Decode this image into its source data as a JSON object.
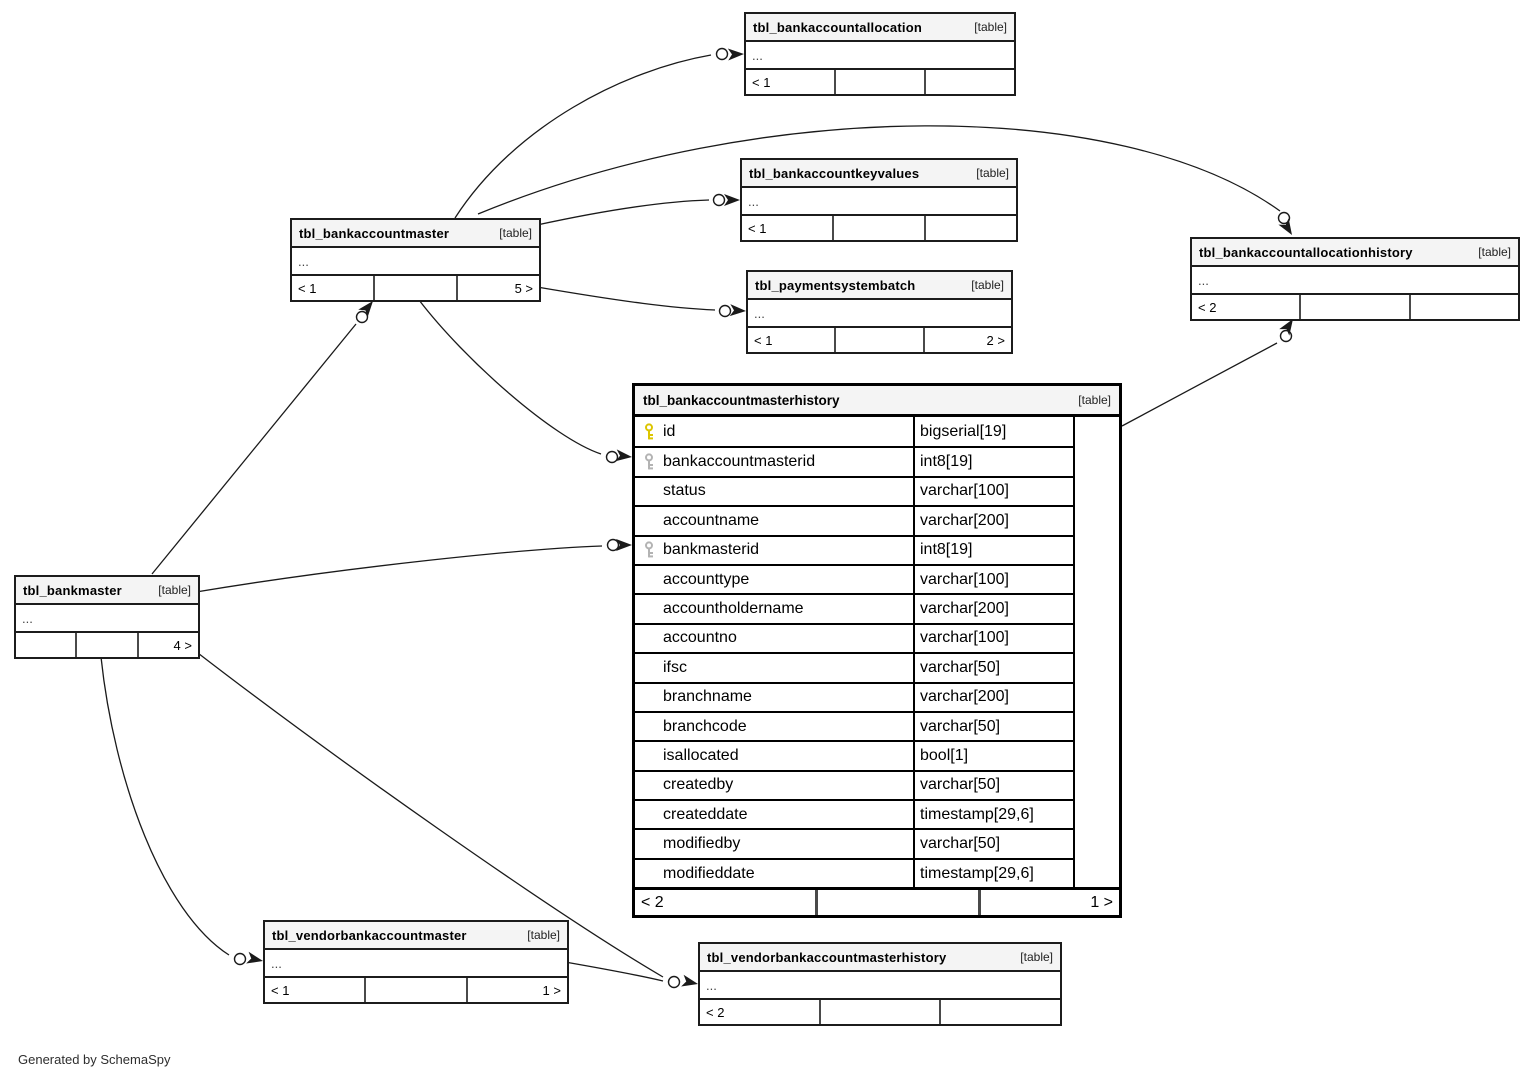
{
  "credit": "Generated by SchemaSpy",
  "colors": {
    "header_bg": "#f4f4f4",
    "line": "#1a1a1a",
    "primary_key": "#dcc500",
    "foreign_key": "#b3b3b3"
  },
  "tables": [
    {
      "id": "bankaccountallocation",
      "name": "tbl_bankaccountallocation",
      "tag": "[table]",
      "ellipsis": "...",
      "footer": [
        "< 1",
        "",
        ""
      ]
    },
    {
      "id": "bankaccountkeyvalues",
      "name": "tbl_bankaccountkeyvalues",
      "tag": "[table]",
      "ellipsis": "...",
      "footer": [
        "< 1",
        "",
        ""
      ]
    },
    {
      "id": "bankaccountmaster",
      "name": "tbl_bankaccountmaster",
      "tag": "[table]",
      "ellipsis": "...",
      "footer": [
        "< 1",
        "",
        "5 >"
      ]
    },
    {
      "id": "paymentsystembatch",
      "name": "tbl_paymentsystembatch",
      "tag": "[table]",
      "ellipsis": "...",
      "footer": [
        "< 1",
        "",
        "2 >"
      ]
    },
    {
      "id": "bankaccountallocationhistory",
      "name": "tbl_bankaccountallocationhistory",
      "tag": "[table]",
      "ellipsis": "...",
      "footer": [
        "< 2",
        "",
        ""
      ]
    },
    {
      "id": "bankmaster",
      "name": "tbl_bankmaster",
      "tag": "[table]",
      "ellipsis": "...",
      "footer": [
        "",
        "",
        "4 >"
      ]
    },
    {
      "id": "vendorbankaccountmaster",
      "name": "tbl_vendorbankaccountmaster",
      "tag": "[table]",
      "ellipsis": "...",
      "footer": [
        "< 1",
        "",
        "1 >"
      ]
    },
    {
      "id": "vendorbankaccountmasterhistory",
      "name": "tbl_vendorbankaccountmasterhistory",
      "tag": "[table]",
      "ellipsis": "...",
      "footer": [
        "< 2",
        "",
        ""
      ]
    }
  ],
  "main_table": {
    "id": "bankaccountmasterhistory",
    "name": "tbl_bankaccountmasterhistory",
    "tag": "[table]",
    "footer": [
      "< 2",
      "",
      "1 >"
    ],
    "columns": [
      {
        "name": "id",
        "type": "bigserial[19]",
        "key": "pk"
      },
      {
        "name": "bankaccountmasterid",
        "type": "int8[19]",
        "key": "fk"
      },
      {
        "name": "status",
        "type": "varchar[100]",
        "key": ""
      },
      {
        "name": "accountname",
        "type": "varchar[200]",
        "key": ""
      },
      {
        "name": "bankmasterid",
        "type": "int8[19]",
        "key": "fk"
      },
      {
        "name": "accounttype",
        "type": "varchar[100]",
        "key": ""
      },
      {
        "name": "accountholdername",
        "type": "varchar[200]",
        "key": ""
      },
      {
        "name": "accountno",
        "type": "varchar[100]",
        "key": ""
      },
      {
        "name": "ifsc",
        "type": "varchar[50]",
        "key": ""
      },
      {
        "name": "branchname",
        "type": "varchar[200]",
        "key": ""
      },
      {
        "name": "branchcode",
        "type": "varchar[50]",
        "key": ""
      },
      {
        "name": "isallocated",
        "type": "bool[1]",
        "key": ""
      },
      {
        "name": "createdby",
        "type": "varchar[50]",
        "key": ""
      },
      {
        "name": "createddate",
        "type": "timestamp[29,6]",
        "key": ""
      },
      {
        "name": "modifiedby",
        "type": "varchar[50]",
        "key": ""
      },
      {
        "name": "modifieddate",
        "type": "timestamp[29,6]",
        "key": ""
      }
    ]
  }
}
